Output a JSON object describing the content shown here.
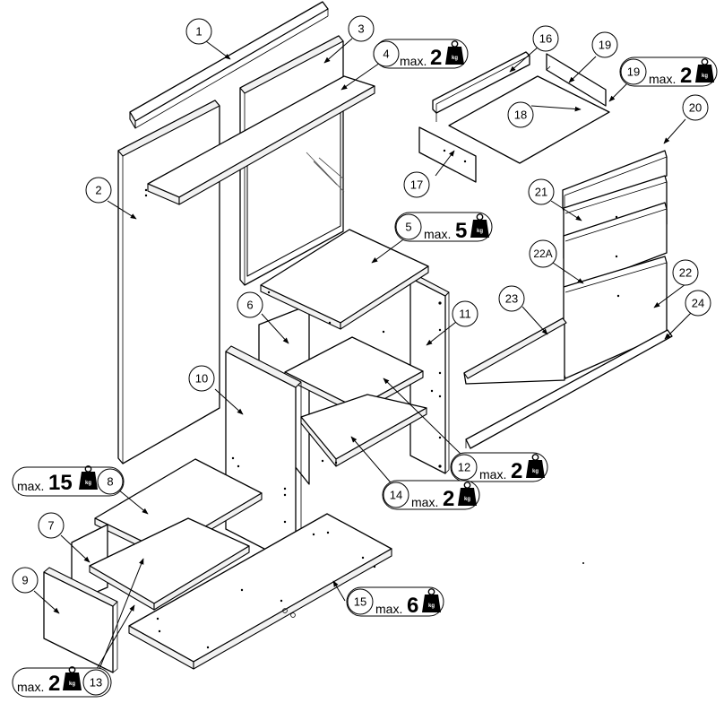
{
  "callouts": [
    {
      "id": "c1",
      "label": "1"
    },
    {
      "id": "c2",
      "label": "2"
    },
    {
      "id": "c3",
      "label": "3"
    },
    {
      "id": "c4",
      "label": "4"
    },
    {
      "id": "c5",
      "label": "5"
    },
    {
      "id": "c6",
      "label": "6"
    },
    {
      "id": "c7",
      "label": "7"
    },
    {
      "id": "c8",
      "label": "8"
    },
    {
      "id": "c9",
      "label": "9"
    },
    {
      "id": "c10",
      "label": "10"
    },
    {
      "id": "c11",
      "label": "11"
    },
    {
      "id": "c12",
      "label": "12"
    },
    {
      "id": "c13",
      "label": "13"
    },
    {
      "id": "c14",
      "label": "14"
    },
    {
      "id": "c15",
      "label": "15"
    },
    {
      "id": "c16",
      "label": "16"
    },
    {
      "id": "c17",
      "label": "17"
    },
    {
      "id": "c18",
      "label": "18"
    },
    {
      "id": "c19a",
      "label": "19"
    },
    {
      "id": "c19b",
      "label": "19"
    },
    {
      "id": "c20",
      "label": "20"
    },
    {
      "id": "c21",
      "label": "21"
    },
    {
      "id": "c22a",
      "label": "22A"
    },
    {
      "id": "c22",
      "label": "22"
    },
    {
      "id": "c23",
      "label": "23"
    },
    {
      "id": "c24",
      "label": "24"
    }
  ],
  "load_badges": [
    {
      "part": "4",
      "prefix": "max.",
      "value": "2",
      "unit": "kg"
    },
    {
      "part": "19",
      "prefix": "max.",
      "value": "2",
      "unit": "kg"
    },
    {
      "part": "5",
      "prefix": "max.",
      "value": "5",
      "unit": "kg"
    },
    {
      "part": "12",
      "prefix": "max.",
      "value": "2",
      "unit": "kg"
    },
    {
      "part": "14",
      "prefix": "max.",
      "value": "2",
      "unit": "kg"
    },
    {
      "part": "8",
      "prefix": "max.",
      "value": "15",
      "unit": "kg"
    },
    {
      "part": "15",
      "prefix": "max.",
      "value": "6",
      "unit": "kg"
    },
    {
      "part": "13",
      "prefix": "max.",
      "value": "2",
      "unit": "kg"
    }
  ],
  "icons": {
    "weight": "weight-icon",
    "arrow": "leader-arrow-icon"
  },
  "colors": {
    "line": "#000000",
    "background": "#ffffff",
    "weight": "#000000"
  }
}
